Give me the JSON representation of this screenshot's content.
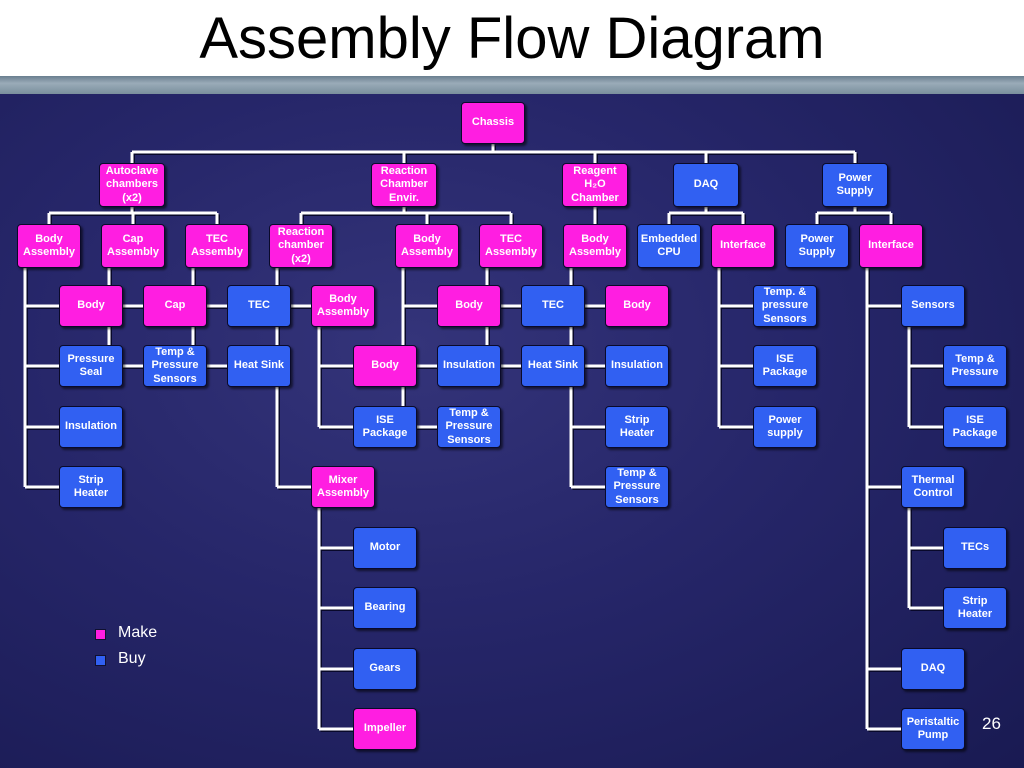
{
  "slide": {
    "title": "Assembly Flow Diagram",
    "page_number": "26"
  },
  "colors": {
    "make": "#ff1ee1",
    "buy": "#3160f2",
    "connector": "#ffffff"
  },
  "legend": [
    {
      "label": "Make",
      "type": "make"
    },
    {
      "label": "Buy",
      "type": "buy"
    }
  ],
  "nodes": [
    {
      "id": "chassis",
      "label": "Chassis",
      "type": "make"
    },
    {
      "id": "autoclave",
      "label": "Autoclave\nchambers\n(x2)",
      "type": "make"
    },
    {
      "id": "reaction",
      "label": "Reaction\nChamber\nEnvir.",
      "type": "make"
    },
    {
      "id": "reagent",
      "label": "Reagent\nH₂O\nChamber",
      "type": "make"
    },
    {
      "id": "daq",
      "label": "DAQ",
      "type": "buy"
    },
    {
      "id": "power",
      "label": "Power\nSupply",
      "type": "buy"
    },
    {
      "id": "a_body",
      "label": "Body\nAssembly",
      "type": "make"
    },
    {
      "id": "a_cap",
      "label": "Cap\nAssembly",
      "type": "make"
    },
    {
      "id": "a_tec",
      "label": "TEC\nAssembly",
      "type": "make"
    },
    {
      "id": "a_body_p",
      "label": "Body",
      "type": "make"
    },
    {
      "id": "a_pseal",
      "label": "Pressure\nSeal",
      "type": "buy"
    },
    {
      "id": "a_insul",
      "label": "Insulation",
      "type": "buy"
    },
    {
      "id": "a_strip",
      "label": "Strip\nHeater",
      "type": "buy"
    },
    {
      "id": "a_cap_p",
      "label": "Cap",
      "type": "make"
    },
    {
      "id": "a_tps",
      "label": "Temp &\nPressure\nSensors",
      "type": "buy"
    },
    {
      "id": "a_tec_p",
      "label": "TEC",
      "type": "buy"
    },
    {
      "id": "a_hs",
      "label": "Heat Sink",
      "type": "buy"
    },
    {
      "id": "r_chamber",
      "label": "Reaction\nchamber\n(x2)",
      "type": "make"
    },
    {
      "id": "r_bodyasm2",
      "label": "Body\nAssembly",
      "type": "make"
    },
    {
      "id": "r_body2",
      "label": "Body",
      "type": "make"
    },
    {
      "id": "r_ise",
      "label": "ISE\nPackage",
      "type": "buy"
    },
    {
      "id": "r_mixer",
      "label": "Mixer\nAssembly",
      "type": "make"
    },
    {
      "id": "r_motor",
      "label": "Motor",
      "type": "buy"
    },
    {
      "id": "r_bearing",
      "label": "Bearing",
      "type": "buy"
    },
    {
      "id": "r_gears",
      "label": "Gears",
      "type": "buy"
    },
    {
      "id": "r_impeller",
      "label": "Impeller",
      "type": "make"
    },
    {
      "id": "r_bodyasm",
      "label": "Body\nAssembly",
      "type": "make"
    },
    {
      "id": "r_body",
      "label": "Body",
      "type": "make"
    },
    {
      "id": "r_insul",
      "label": "Insulation",
      "type": "buy"
    },
    {
      "id": "r_tps",
      "label": "Temp &\nPressure\nSensors",
      "type": "buy"
    },
    {
      "id": "r_tecasm",
      "label": "TEC\nAssembly",
      "type": "make"
    },
    {
      "id": "r_tec",
      "label": "TEC",
      "type": "buy"
    },
    {
      "id": "r_hs",
      "label": "Heat Sink",
      "type": "buy"
    },
    {
      "id": "g_bodyasm",
      "label": "Body\nAssembly",
      "type": "make"
    },
    {
      "id": "g_body",
      "label": "Body",
      "type": "make"
    },
    {
      "id": "g_insul",
      "label": "Insulation",
      "type": "buy"
    },
    {
      "id": "g_strip",
      "label": "Strip\nHeater",
      "type": "buy"
    },
    {
      "id": "g_tps",
      "label": "Temp &\nPressure\nSensors",
      "type": "buy"
    },
    {
      "id": "d_cpu",
      "label": "Embedded\nCPU",
      "type": "buy"
    },
    {
      "id": "d_iface",
      "label": "Interface",
      "type": "make"
    },
    {
      "id": "d_tps",
      "label": "Temp. &\npressure\nSensors",
      "type": "buy"
    },
    {
      "id": "d_ise",
      "label": "ISE\nPackage",
      "type": "buy"
    },
    {
      "id": "d_power",
      "label": "Power\nsupply",
      "type": "buy"
    },
    {
      "id": "p_ps",
      "label": "Power\nSupply",
      "type": "buy"
    },
    {
      "id": "p_iface",
      "label": "Interface",
      "type": "make"
    },
    {
      "id": "p_sensors",
      "label": "Sensors",
      "type": "buy"
    },
    {
      "id": "p_tp",
      "label": "Temp &\nPressure",
      "type": "buy"
    },
    {
      "id": "p_ise",
      "label": "ISE\nPackage",
      "type": "buy"
    },
    {
      "id": "p_thermal",
      "label": "Thermal\nControl",
      "type": "buy"
    },
    {
      "id": "p_tecs",
      "label": "TECs",
      "type": "buy"
    },
    {
      "id": "p_strip",
      "label": "Strip\nHeater",
      "type": "buy"
    },
    {
      "id": "p_daq",
      "label": "DAQ",
      "type": "buy"
    },
    {
      "id": "p_pump",
      "label": "Peristaltic\nPump",
      "type": "buy"
    }
  ]
}
